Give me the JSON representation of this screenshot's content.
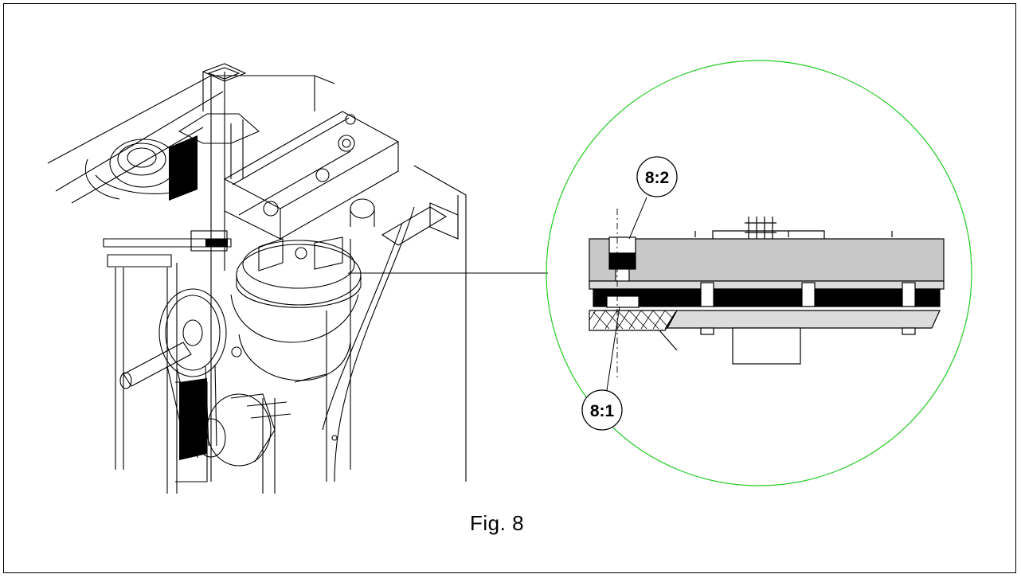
{
  "figure": {
    "caption": "Fig. 8",
    "detail_circle_color": "#22cc22",
    "callouts": [
      {
        "id": "8:2",
        "label": "8:2"
      },
      {
        "id": "8:1",
        "label": "8:1"
      }
    ]
  }
}
